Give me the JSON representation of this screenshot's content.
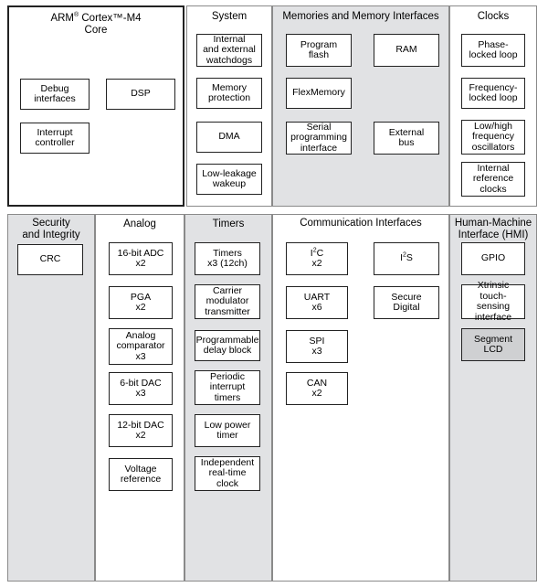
{
  "core": {
    "title_brand": "ARM",
    "title_reg": "®",
    "title_rest": " Cortex™-M4",
    "title_line2": "Core",
    "debug": "Debug\ninterfaces",
    "dsp": "DSP",
    "interrupt": "Interrupt\ncontroller"
  },
  "system": {
    "title": "System",
    "watchdogs": "Internal\nand external\nwatchdogs",
    "memprot": "Memory\nprotection",
    "dma": "DMA",
    "lowleak": "Low-leakage\nwakeup"
  },
  "memories": {
    "title": "Memories and Memory Interfaces",
    "flash": "Program\nflash",
    "ram": "RAM",
    "flexmem": "FlexMemory",
    "serialprog": "Serial\nprogramming\ninterface",
    "extbus": "External\nbus"
  },
  "clocks": {
    "title": "Clocks",
    "pll": "Phase-\nlocked loop",
    "fll": "Frequency-\nlocked loop",
    "osc": "Low/high\nfrequency\noscillators",
    "irc": "Internal\nreference\nclocks"
  },
  "security": {
    "title": "Security\nand Integrity",
    "crc": "CRC"
  },
  "analog": {
    "title": "Analog",
    "adc": "16-bit ADC\nx2",
    "pga": "PGA\nx2",
    "comparator": "Analog\ncomparator\nx3",
    "dac6": "6-bit DAC\nx3",
    "dac12": "12-bit DAC\nx2",
    "vref": "Voltage\nreference"
  },
  "timers": {
    "title": "Timers",
    "timers": "Timers\nx3 (12ch)",
    "carrier": "Carrier\nmodulator\ntransmitter",
    "pdb": "Programmable\ndelay block",
    "pit": "Periodic\ninterrupt\ntimers",
    "lptimer": "Low power\ntimer",
    "rtc": "Independent\nreal-time\nclock"
  },
  "comm": {
    "title": "Communication Interfaces",
    "i2c_pre": "I",
    "i2c_sup": "2",
    "i2c_post": "C",
    "i2c_count": "x2",
    "i2s_pre": "I",
    "i2s_sup": "2",
    "i2s_post": "S",
    "uart": "UART\nx6",
    "sd": "Secure\nDigital",
    "spi": "SPI\nx3",
    "can": "CAN\nx2"
  },
  "hmi": {
    "title": "Human-Machine\nInterface (HMI)",
    "gpio": "GPIO",
    "tsi": "Xtrinsic\ntouch-sensing\ninterface",
    "lcd": "Segment\nLCD"
  }
}
